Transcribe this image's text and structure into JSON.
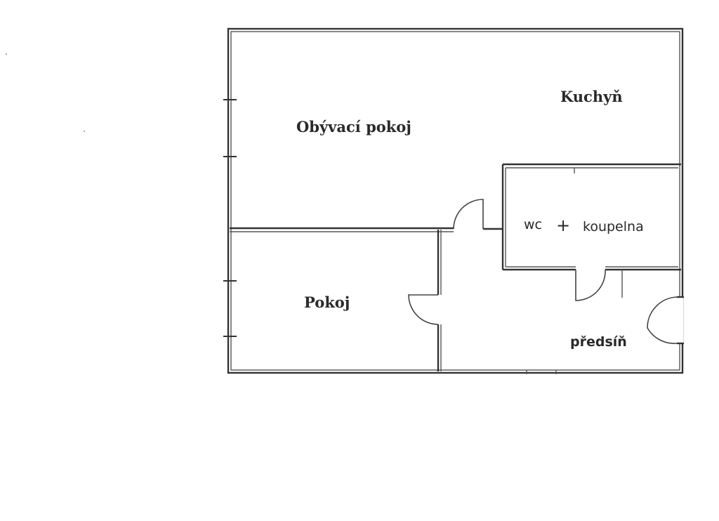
{
  "rooms": {
    "living_room": "Obývací pokoj",
    "kitchen": "Kuchyň",
    "bathroom_wc": "wc",
    "bathroom_plus": "+",
    "bathroom": "koupelna",
    "bedroom": "Pokoj",
    "hallway": "předsíň"
  },
  "colors": {
    "wall": "#333333",
    "text": "#2a2a2a",
    "background": "#ffffff"
  }
}
